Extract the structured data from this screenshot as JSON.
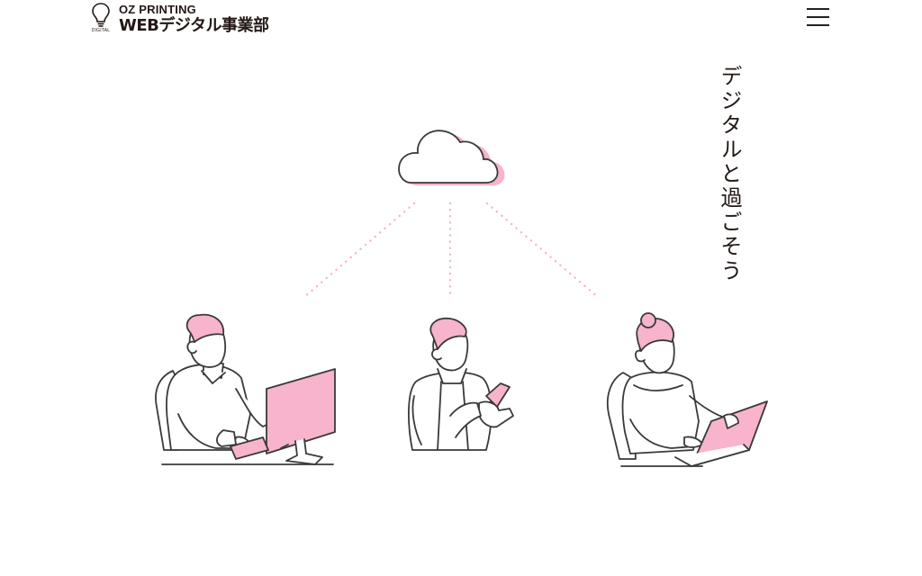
{
  "header": {
    "logo_mark_text": "DIGITAL",
    "logo_line1": "OZ PRINTING",
    "logo_line2": "WEBデジタル事業部",
    "menu_icon": "hamburger-menu-icon"
  },
  "hero": {
    "tagline": "デジタルと過ごそう",
    "illustration_icons": [
      "cloud-icon",
      "man-at-desktop-illustration",
      "man-with-smartphone-illustration",
      "woman-with-laptop-illustration"
    ]
  },
  "colors": {
    "accent_pink": "#f7b4cc",
    "line_dark": "#3a3a3a",
    "text_dark": "#231815"
  }
}
